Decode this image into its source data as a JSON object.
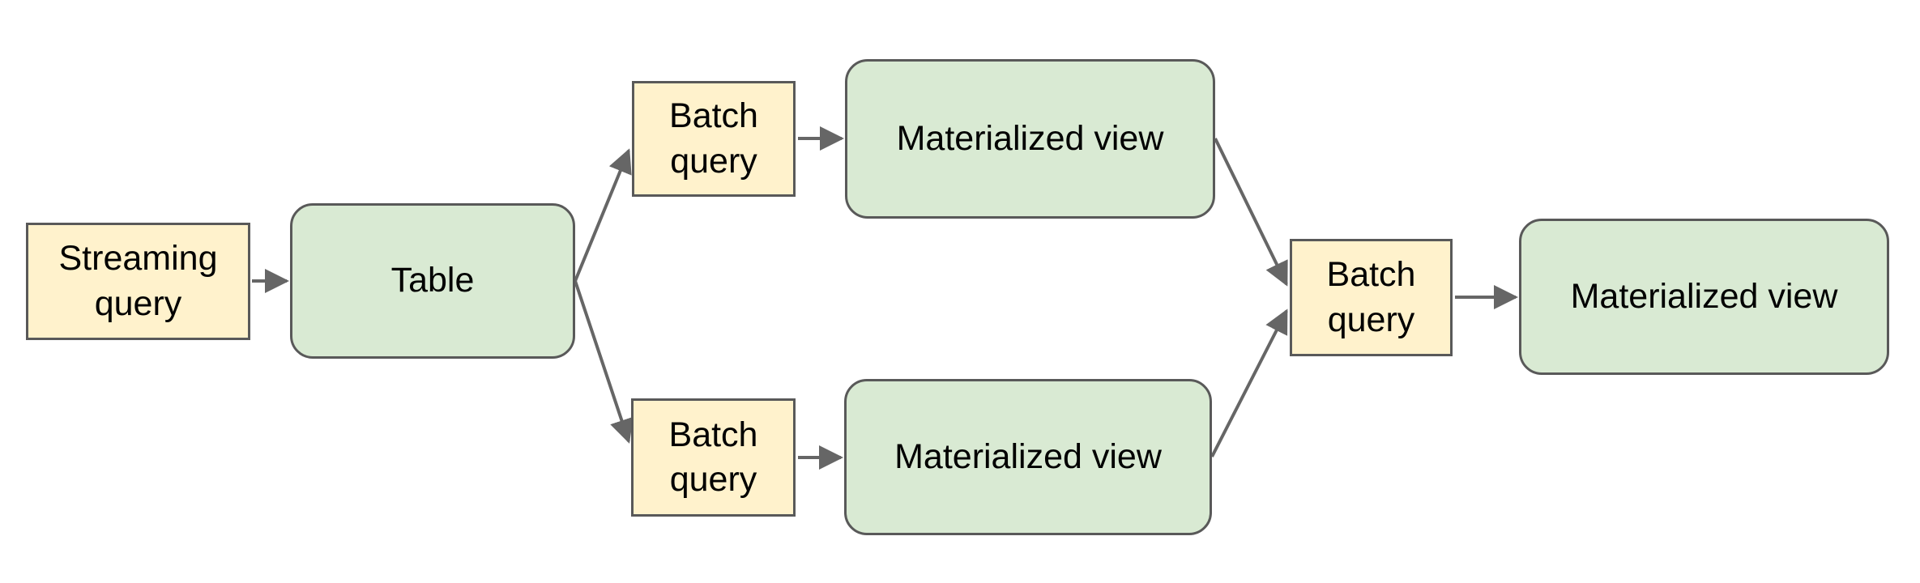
{
  "diagram": {
    "type": "flowchart",
    "background": "#ffffff",
    "colors": {
      "query_box_fill": "#fff2cc",
      "view_box_fill": "#d9ead3",
      "box_border": "#595959",
      "arrow": "#666666",
      "label_text": "#000000"
    },
    "nodes": [
      {
        "id": "streaming-query",
        "label": "Streaming query",
        "shape": "rectangle",
        "fill": "#fff2cc"
      },
      {
        "id": "table",
        "label": "Table",
        "shape": "rounded-rectangle",
        "fill": "#d9ead3"
      },
      {
        "id": "batch-query-top",
        "label": "Batch query",
        "shape": "rectangle",
        "fill": "#fff2cc"
      },
      {
        "id": "materialized-view-top",
        "label": "Materialized view",
        "shape": "rounded-rectangle",
        "fill": "#d9ead3"
      },
      {
        "id": "batch-query-bottom",
        "label": "Batch query",
        "shape": "rectangle",
        "fill": "#fff2cc"
      },
      {
        "id": "materialized-view-bottom",
        "label": "Materialized view",
        "shape": "rounded-rectangle",
        "fill": "#d9ead3"
      },
      {
        "id": "batch-query-merge",
        "label": "Batch query",
        "shape": "rectangle",
        "fill": "#fff2cc"
      },
      {
        "id": "materialized-view-final",
        "label": "Materialized view",
        "shape": "rounded-rectangle",
        "fill": "#d9ead3"
      }
    ],
    "edges": [
      {
        "from": "streaming-query",
        "to": "table"
      },
      {
        "from": "table",
        "to": "batch-query-top"
      },
      {
        "from": "table",
        "to": "batch-query-bottom"
      },
      {
        "from": "batch-query-top",
        "to": "materialized-view-top"
      },
      {
        "from": "batch-query-bottom",
        "to": "materialized-view-bottom"
      },
      {
        "from": "materialized-view-top",
        "to": "batch-query-merge"
      },
      {
        "from": "materialized-view-bottom",
        "to": "batch-query-merge"
      },
      {
        "from": "batch-query-merge",
        "to": "materialized-view-final"
      }
    ]
  }
}
